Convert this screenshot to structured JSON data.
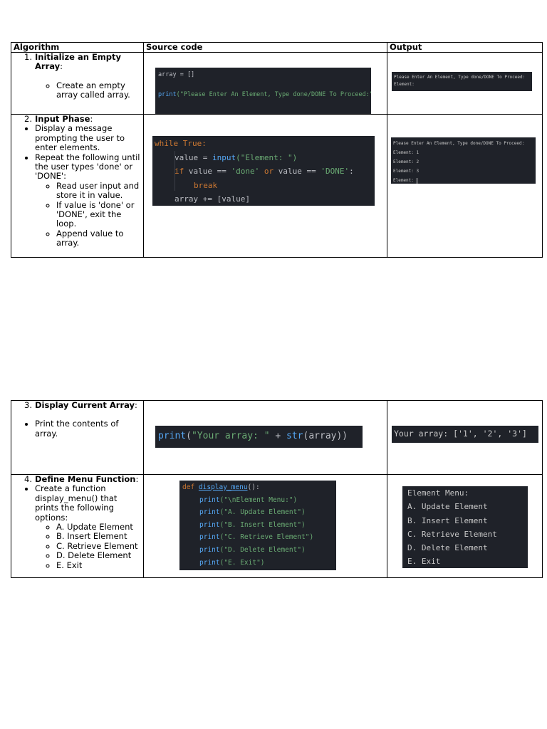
{
  "headers": {
    "algorithm": "Algorithm",
    "source": "Source code",
    "output": "Output"
  },
  "step1": {
    "num": "1.",
    "title_a": "Initialize an Empty",
    "title_b": "Array",
    "colon": ":",
    "bullet": "Create an empty array called array.",
    "code": {
      "line1": "array = []",
      "print_kw": "print",
      "print_arg": "(\"Please Enter An Element, Type done/DONE To Proceed:\")"
    },
    "output": {
      "line1": "Please Enter An Element, Type done/DONE To Proceed:",
      "line2": "Element:"
    }
  },
  "step2": {
    "num": "2.",
    "title": "Input Phase",
    "colon": ":",
    "bullet1": "Display a message prompting the user to enter elements.",
    "bullet2": "Repeat the following until the user types 'done' or 'DONE':",
    "sub1": "Read user input and store it in value.",
    "sub2": "If value is 'done' or 'DONE', exit the loop.",
    "sub3": "Append value to array.",
    "code": {
      "while": "while True:",
      "value_a": "value = ",
      "input_fn": "input",
      "input_arg": "(\"Element: \")",
      "if_kw": "if",
      "cond_a": " value == ",
      "done_str": "'done'",
      "or_kw": " or ",
      "cond_b": "value == ",
      "done2_str": "'DONE'",
      "colon": ":",
      "break": "break",
      "append": "array += [value]"
    },
    "output": {
      "line1": "Please Enter An Element, Type done/DONE To Proceed:",
      "line2": "Element: 1",
      "line3": "Element: 2",
      "line4": "Element: 3",
      "line5": "Element: "
    }
  },
  "step3": {
    "num": "3.",
    "title": "Display Current Array",
    "colon": ":",
    "bullet": "Print the contents of array.",
    "code": {
      "print_kw": "print",
      "open": "(",
      "str1": "\"Your array: \"",
      "plus": " + ",
      "str_fn": "str",
      "rest": "(array))"
    },
    "output": {
      "line1": "Your array: ['1', '2', '3']"
    }
  },
  "step4": {
    "num": "4.",
    "title": "Define Menu Function",
    "colon": ":",
    "bullet": "Create a function display_menu() that prints the following options:",
    "opts": [
      "A. Update Element",
      "B. Insert Element",
      "C. Retrieve Element",
      "D. Delete Element",
      "E. Exit"
    ],
    "code": {
      "def_kw": "def",
      "fn_name": "display_menu",
      "fn_tail": "():",
      "print_kw": "print",
      "args": [
        "(\"\\nElement Menu:\")",
        "(\"A. Update Element\")",
        "(\"B. Insert Element\")",
        "(\"C. Retrieve Element\")",
        "(\"D. Delete Element\")",
        "(\"E. Exit\")"
      ]
    },
    "output": {
      "lines": [
        "Element Menu:",
        "A. Update Element",
        "B. Insert Element",
        "C. Retrieve Element",
        "D. Delete Element",
        "E. Exit"
      ]
    }
  }
}
